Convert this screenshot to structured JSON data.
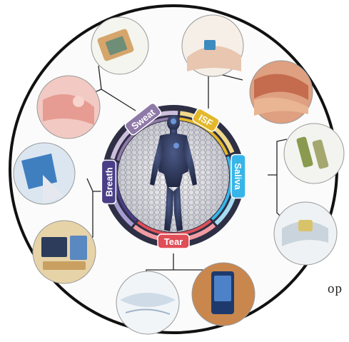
{
  "segments": [
    {
      "key": "sweat",
      "label": "Sweat",
      "color": "#8f79a8",
      "arc_color": "#cdbfdc"
    },
    {
      "key": "isf",
      "label": "ISF",
      "color": "#e3b82c",
      "arc_color": "#f0d98a"
    },
    {
      "key": "saliva",
      "label": "Saliva",
      "color": "#38b5e8",
      "arc_color": "#a7dcf3"
    },
    {
      "key": "tear",
      "label": "Tear",
      "color": "#e04e57",
      "arc_color": "#f19ca2"
    },
    {
      "key": "breath",
      "label": "Breath",
      "color": "#4a3e87",
      "arc_color": "#a69cd0"
    }
  ],
  "side_text": "op",
  "colors": {
    "outer_ring": "#111111",
    "dark_ring": "#2e2f45",
    "connector": "#222222"
  }
}
